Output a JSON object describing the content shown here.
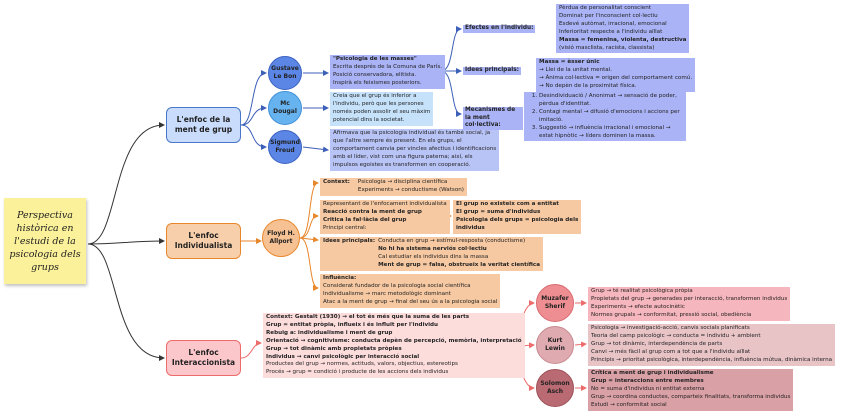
{
  "root": {
    "title": "Perspectiva històrica en l'estudi de la psicologia dels grups"
  },
  "colors": {
    "blue": "#a9b3f5",
    "light_blue": "#c6e2fb",
    "orange": "#f6c9a2",
    "pink": "#fddcdc",
    "rose": "#f6b6bd",
    "mauve": "#e8c4c7",
    "dark_rose": "#d9a0a6",
    "sticky": "#fbf19a"
  },
  "branches": {
    "ment": "L'enfoc de la ment de grup",
    "individualista": "L'enfoc Individualista",
    "interaccionista": "L'enfoc Interaccionista"
  },
  "ment": {
    "lebon": {
      "name": "Gustave Le Bon",
      "lines": [
        "\"Psicologia de les masses\"",
        "Escrita després de la Comuna de París.",
        "Posició conservadora, elitista.",
        "Inspirà els feixismes posteriors."
      ]
    },
    "mcdougal": {
      "name": "Mc Dougal",
      "lines": [
        "Creia que el grup és inferior a",
        "l'individu, però que les persones",
        "només poden assolir el seu màxim",
        "potencial dins la societat."
      ]
    },
    "freud": {
      "name": "Sigmund Freud",
      "lines": [
        "Afirmava que la psicologia individual és també social, ja",
        "que l'altre sempre és present. En els grups, el",
        "comportament canvia per vincles afectius i identificacions",
        "amb el líder, vist com una figura paterna; així, els",
        "impulsos egoistes es transformen en cooperació."
      ]
    },
    "efectes": {
      "label": "Efectes en l'individu:",
      "lines": [
        "Pèrdua de personalitat conscient",
        "Dominat per l'inconscient col·lectiu",
        "Esdevé autòmat, irracional, emocional",
        "Inferioritat respecte a l'individu aïllat",
        "Massa = femenina, violenta, destructiva",
        "(visió masclista, racista, classista)"
      ]
    },
    "idees": {
      "label": "Idees principals:",
      "lines": [
        "Massa = èsser únic",
        "→ Llei de la unitat mental.",
        "→ Ànima col·lectiva = origen del comportament comú.",
        "→ No depèn de la proximitat física."
      ]
    },
    "mecanismes": {
      "label": "Mecanismes de la ment col·lectiva:",
      "items": [
        "Desindividuació / Anonimat → sensació de poder, pèrdua d'identitat.",
        "Contagi mental → difusió d'emocions i accions per imitació.",
        "Suggestió → influència irracional i emocional → estat hipnòtic → líders dominen la massa."
      ]
    }
  },
  "individualista": {
    "allport": {
      "name": "Floyd H. Allport"
    },
    "context": {
      "label": "Context:",
      "lines": [
        "Psicologia → disciplina científica",
        "Experiments → conductisme (Watson)"
      ]
    },
    "representant": {
      "lines": [
        "Representant de l'enfocament individualista",
        "Reacció contra la ment de grup",
        "Critica la fal·làcia del grup",
        "Principi central:"
      ]
    },
    "principi": {
      "lines": [
        "El grup no existeix com a entitat",
        "El grup = suma d'individus",
        "Psicologia dels grups = psicologia dels",
        "individus"
      ]
    },
    "idees": {
      "label": "Idees principals:",
      "lines": [
        "Conducta en grup → estímul-resposta (conductisme)",
        "No hi ha sistema nerviós col·lectiu",
        "Cal estudiar els individus dins la massa",
        "Ment de grup = falsa, obstrueix la veritat científica"
      ]
    },
    "influencia": {
      "label": "Influència:",
      "lines": [
        "Considerat fundador de la psicologia social científica",
        "Individualisme → marc metodològic dominant",
        "Atac a la ment de grup → final del seu ús a la psicologia social"
      ]
    }
  },
  "interaccionista": {
    "main": {
      "lines": [
        "Context: Gestalt (1930) → el tot és més que la suma de les parts",
        "Grup = entitat pròpia, influeix i és influït per l'individu",
        "Rebuig a: individualisme i ment de grup",
        "Orientació → cognitivisme: conducta depèn de percepció, memòria, interpretació",
        "Grup → tot dinàmic amb propietats pròpies",
        "Individus → canvi psicològic per interacció social",
        "Productes del grup → normes, actituds, valors, objectius, estereotips",
        "Procés → grup = condició i producte de les accions dels individus"
      ]
    },
    "sherif": {
      "name": "Muzafer Sherif",
      "lines": [
        "Grup → té realitat psicològica pròpia",
        "Propietats del grup → generades per interacció, transformen individus",
        "Experiments → efecte autocinètic",
        "Normes grupals → conformitat, pressió social, obediència"
      ]
    },
    "lewin": {
      "name": "Kurt Lewin",
      "lines": [
        "Psicologia → investigació-acció, canvis socials planificats",
        "Teoria del camp psicològic → conducta = individu + ambient",
        "Grup → tot dinàmic, interdependència de parts",
        "Canvi → més fàcil al grup com a tot que a l'individu aïllat",
        "Principis → prioritat psicològica, interdependència, influència mútua, dinàmica interna"
      ]
    },
    "asch": {
      "name": "Solomon Asch",
      "lines": [
        "Crítica a ment de grup i individualisme",
        "Grup = interaccions entre membres",
        "No = suma d'individus ni entitat externa",
        "Grup → coordina conductes, comparteix finalitats, transforma individus",
        "Estudi → conformitat social"
      ]
    }
  }
}
